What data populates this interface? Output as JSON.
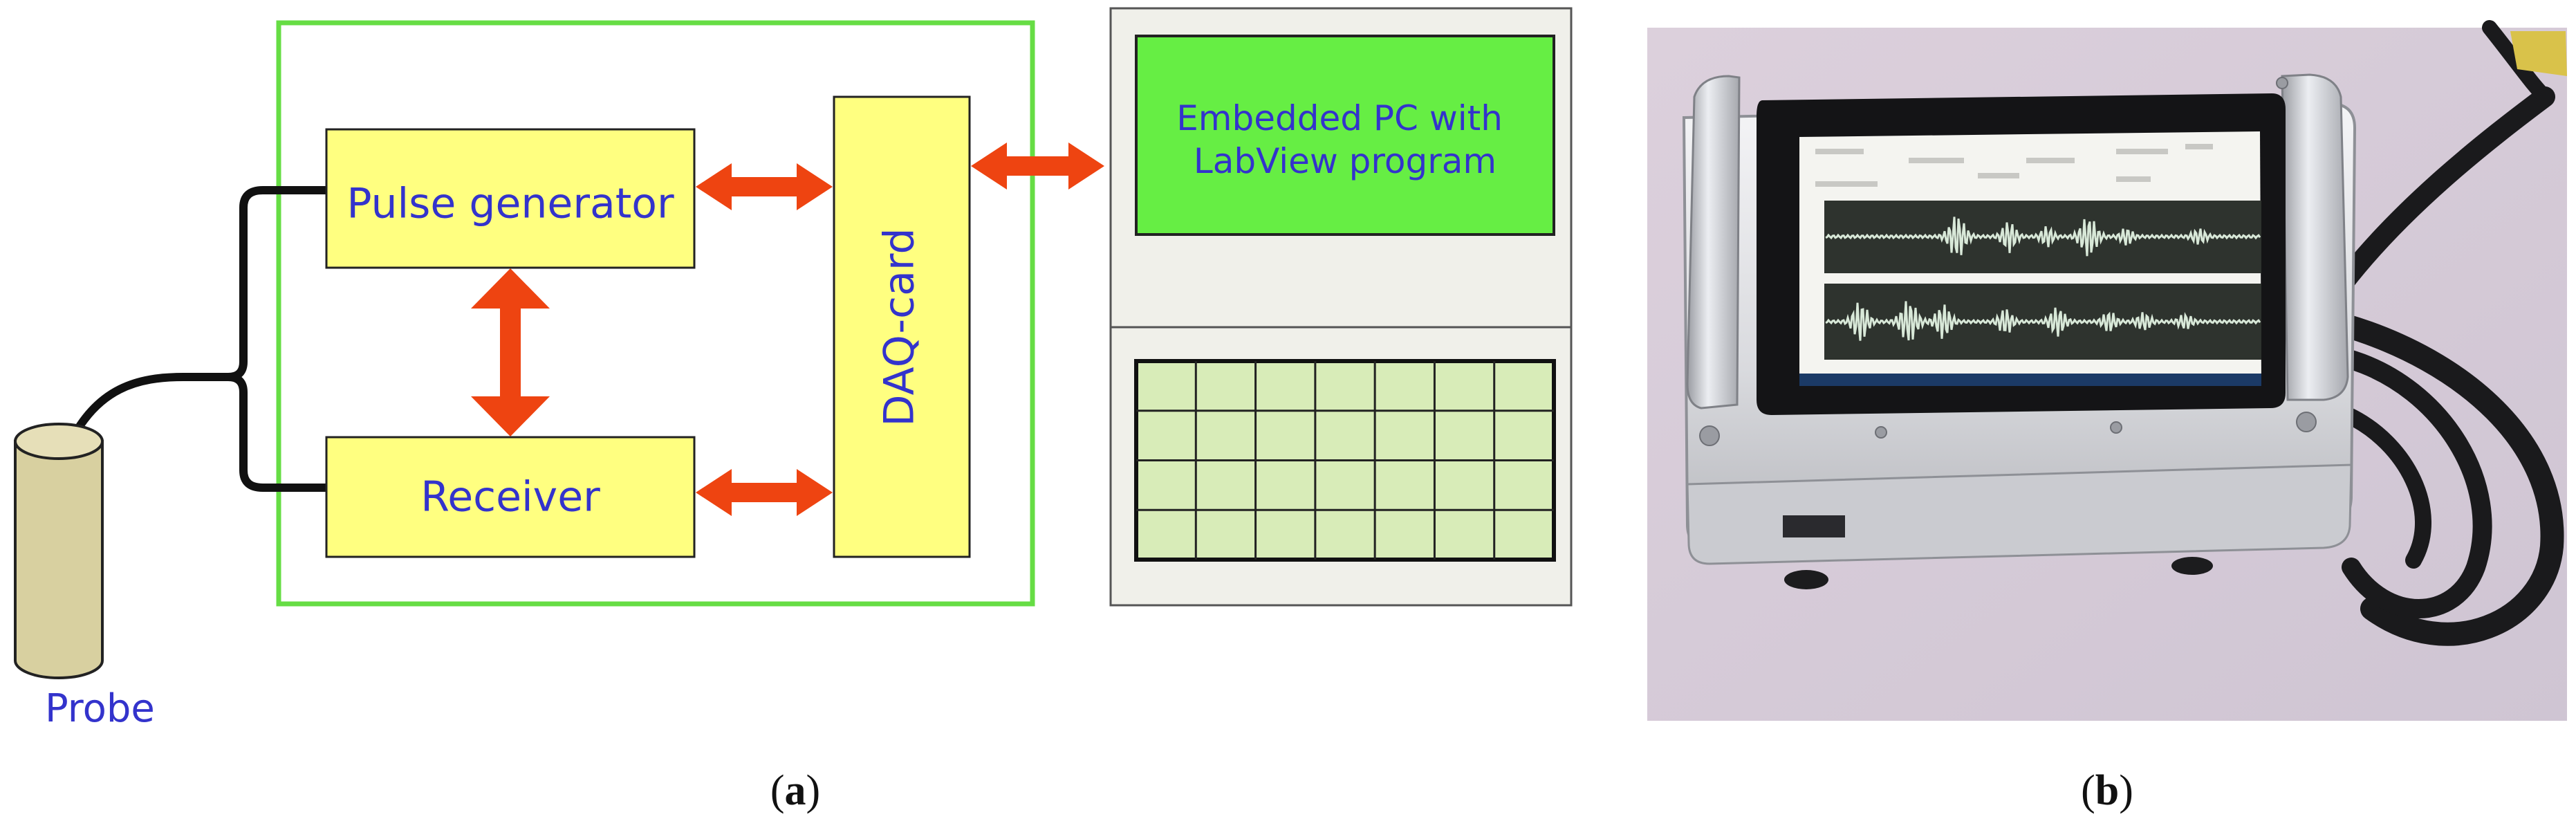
{
  "panel_a": {
    "blocks": {
      "pulse_generator": "Pulse generator",
      "receiver": "Receiver",
      "daq_card": "DAQ-card",
      "embedded_pc": [
        "Embedded PC with",
        "LabView program"
      ],
      "probe": "Probe"
    },
    "caption": {
      "open": "(",
      "letter": "a",
      "close": ")"
    }
  },
  "panel_b": {
    "caption": {
      "open": "(",
      "letter": "b",
      "close": ")"
    }
  },
  "colors": {
    "block_fill": "#ffff80",
    "pc_fill": "#66ee44",
    "enclosure": "#66dd44",
    "arrow": "#ee4411",
    "label_text": "#3333cc",
    "probe_fill": "#d8d0a0",
    "monitor_bg": "#f0f0ea",
    "keypad_fill": "#d8ecb8"
  },
  "icons": {
    "device_photo": "portable-ultrasonic-device-photo"
  }
}
